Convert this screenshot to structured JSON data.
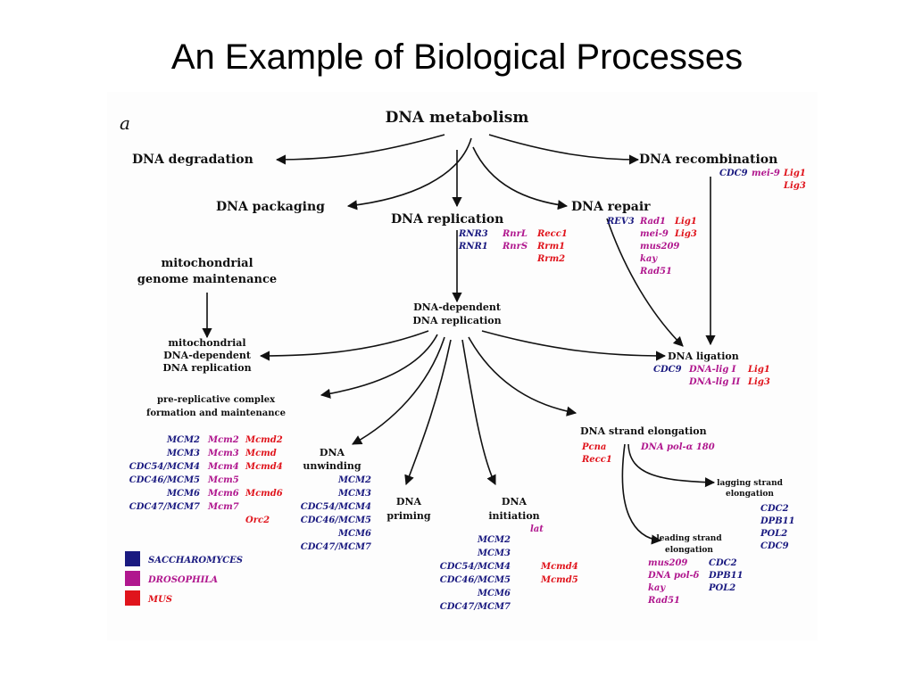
{
  "slide_title": "An Example of Biological Processes",
  "panel_label": "a",
  "colors": {
    "saccharomyces": "#1a1a80",
    "drosophila": "#b0178e",
    "mus": "#e0141c",
    "edge": "#111111"
  },
  "nodes": {
    "dna_metabolism": "DNA metabolism",
    "dna_degradation": "DNA degradation",
    "dna_recombination": "DNA recombination",
    "dna_packaging": "DNA packaging",
    "dna_replication": "DNA replication",
    "dna_repair": "DNA repair",
    "mito_genome_1": "mitochondrial",
    "mito_genome_2": "genome maintenance",
    "dd_replication_1": "DNA-dependent",
    "dd_replication_2": "DNA replication",
    "mito_dd_1": "mitochondrial",
    "mito_dd_2": "DNA-dependent",
    "mito_dd_3": "DNA replication",
    "dna_ligation": "DNA ligation",
    "prerep_1": "pre-replicative complex",
    "prerep_2": "formation and maintenance",
    "strand_elong": "DNA strand elongation",
    "unwinding_1": "DNA",
    "unwinding_2": "unwinding",
    "priming_1": "DNA",
    "priming_2": "priming",
    "initiation_1": "DNA",
    "initiation_2": "initiation",
    "lagging_1": "lagging strand",
    "lagging_2": "elongation",
    "leading_1": "leading strand",
    "leading_2": "elongation"
  },
  "genes": {
    "recomb": {
      "s": [
        "CDC9"
      ],
      "d": [
        "mei-9"
      ],
      "m": [
        "Lig1",
        "Lig3"
      ]
    },
    "replication": {
      "s": [
        "RNR3",
        "RNR1"
      ],
      "d": [
        "RnrL",
        "RnrS"
      ],
      "m": [
        "Recc1",
        "Rrm1",
        "Rrm2"
      ]
    },
    "repair": {
      "s": [
        "REV3"
      ],
      "d": [
        "Rad1",
        "mei-9",
        "mus209",
        "kay",
        "Rad51"
      ],
      "m": [
        "Lig1",
        "Lig3"
      ]
    },
    "ligation": {
      "s": [
        "CDC9"
      ],
      "d": [
        "DNA-lig I",
        "DNA-lig II"
      ],
      "m": [
        "Lig1",
        "Lig3"
      ]
    },
    "prerep": {
      "s": [
        "MCM2",
        "MCM3",
        "CDC54/MCM4",
        "CDC46/MCM5",
        "MCM6",
        "CDC47/MCM7"
      ],
      "d": [
        "Mcm2",
        "Mcm3",
        "Mcm4",
        "Mcm5",
        "Mcm6",
        "Mcm7"
      ],
      "m": [
        "Mcmd2",
        "Mcmd",
        "Mcmd4",
        "Mcmd6",
        "Orc2"
      ]
    },
    "unwinding": {
      "s": [
        "MCM2",
        "MCM3",
        "CDC54/MCM4",
        "CDC46/MCM5",
        "MCM6",
        "CDC47/MCM7"
      ]
    },
    "initiation": {
      "d": [
        "lat"
      ],
      "s": [
        "MCM2",
        "MCM3",
        "CDC54/MCM4",
        "CDC46/MCM5",
        "MCM6",
        "CDC47/MCM7"
      ],
      "m": [
        "Mcmd4",
        "Mcmd5"
      ]
    },
    "strand_elong": {
      "m": [
        "Pcna",
        "Recc1"
      ],
      "d": [
        "DNA pol-α 180"
      ]
    },
    "lagging": {
      "s": [
        "CDC2",
        "DPB11",
        "POL2",
        "CDC9"
      ]
    },
    "leading": {
      "d": [
        "mus209",
        "DNA pol-δ",
        "kay",
        "Rad51"
      ],
      "s": [
        "CDC2",
        "DPB11",
        "POL2"
      ]
    }
  },
  "legend": [
    {
      "label": "SACCHAROMYCES",
      "color": "#1a1a80"
    },
    {
      "label": "DROSOPHILA",
      "color": "#b0178e"
    },
    {
      "label": "MUS",
      "color": "#e0141c"
    }
  ]
}
